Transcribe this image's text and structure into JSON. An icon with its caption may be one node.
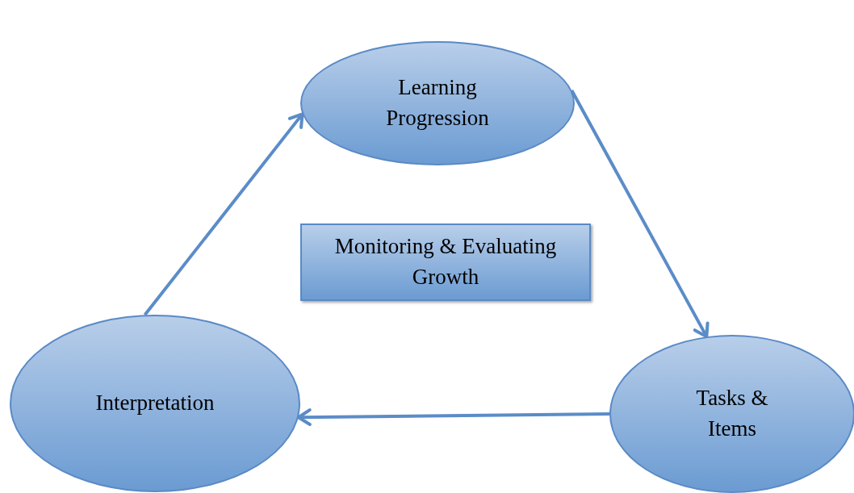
{
  "diagram": {
    "nodes": [
      {
        "text": [
          "Learning Progression"
        ]
      },
      {
        "text": [
          "Monitoring & Evaluating Growth"
        ]
      },
      {
        "text": [
          "Tasks & Items"
        ]
      },
      {
        "text": [
          "Interpretation"
        ]
      }
    ],
    "edges": [
      {
        "from": 0,
        "to": 2,
        "arrow": "to"
      },
      {
        "from": 2,
        "to": 3,
        "arrow": "to"
      },
      {
        "from": 3,
        "to": 0,
        "arrow": "to"
      }
    ]
  }
}
